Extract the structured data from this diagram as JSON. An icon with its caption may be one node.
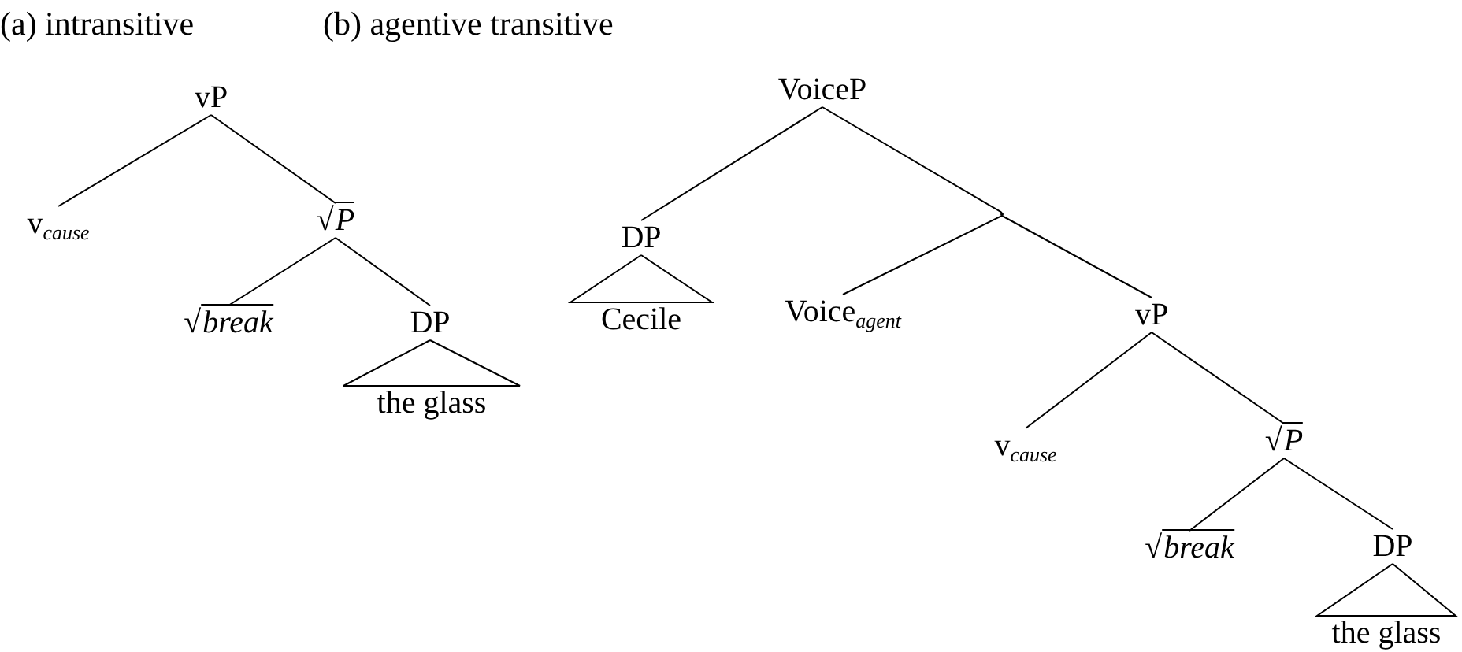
{
  "diagram": {
    "nodes": [
      {
        "text": [
          "vP"
        ]
      },
      {
        "text": [
          "v$_{cause}$"
        ]
      },
      {
        "text": [
          "√*P*"
        ]
      },
      {
        "text": [
          "√*break*"
        ]
      },
      {
        "text": [
          "DP"
        ]
      },
      {
        "text": [
          "the glass"
        ]
      },
      {
        "text": [
          "VoiceP"
        ]
      },
      {
        "text": [
          "DP"
        ]
      },
      {
        "text": [],
        "shape": "point"
      },
      {
        "text": [
          "Cecile"
        ]
      },
      {
        "text": [
          "Voice$_{agent}$"
        ]
      },
      {
        "text": [
          "vP"
        ]
      },
      {
        "text": [
          "v$_{cause}$"
        ]
      },
      {
        "text": [
          "√*P*"
        ]
      },
      {
        "text": [
          "√*break*"
        ]
      },
      {
        "text": [
          "DP"
        ]
      },
      {
        "text": [
          "the glass"
        ]
      }
    ],
    "edges": [
      {
        "from": 0,
        "to": 1,
        "arrow": "none"
      },
      {
        "from": 0,
        "to": 2,
        "arrow": "none"
      },
      {
        "from": 2,
        "to": 3,
        "arrow": "none"
      },
      {
        "from": 2,
        "to": 4,
        "arrow": "none"
      },
      {
        "from": 4,
        "to": 5,
        "arrow": "none"
      },
      {
        "from": 6,
        "to": 7,
        "arrow": "none"
      },
      {
        "from": 6,
        "to": 8,
        "arrow": "none"
      },
      {
        "from": 8,
        "to": 10,
        "arrow": "none"
      },
      {
        "from": 8,
        "to": 11,
        "arrow": "none"
      },
      {
        "from": 7,
        "to": 9,
        "arrow": "none"
      },
      {
        "from": 11,
        "to": 12,
        "arrow": "none"
      },
      {
        "from": 11,
        "to": 13,
        "arrow": "none"
      },
      {
        "from": 13,
        "to": 14,
        "arrow": "none"
      },
      {
        "from": 13,
        "to": 15,
        "arrow": "none"
      },
      {
        "from": 15,
        "to": 16,
        "arrow": "none"
      }
    ],
    "labels": [
      "(a) intransitive",
      "(b) agentive transitive"
    ]
  }
}
